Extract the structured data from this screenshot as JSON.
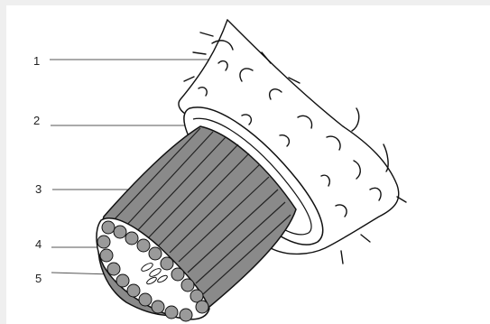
{
  "labels": [
    {
      "id": "1",
      "text": "1"
    },
    {
      "id": "2",
      "text": "2"
    },
    {
      "id": "3",
      "text": "3"
    },
    {
      "id": "4",
      "text": "4"
    },
    {
      "id": "5",
      "text": "5"
    }
  ],
  "colors": {
    "background": "#efefef",
    "panel": "#ffffff",
    "outline": "#111111",
    "fiber_gray": "#8a8a8a",
    "lumen_gray": "#9a9a9a",
    "leader_line": "#555555"
  }
}
